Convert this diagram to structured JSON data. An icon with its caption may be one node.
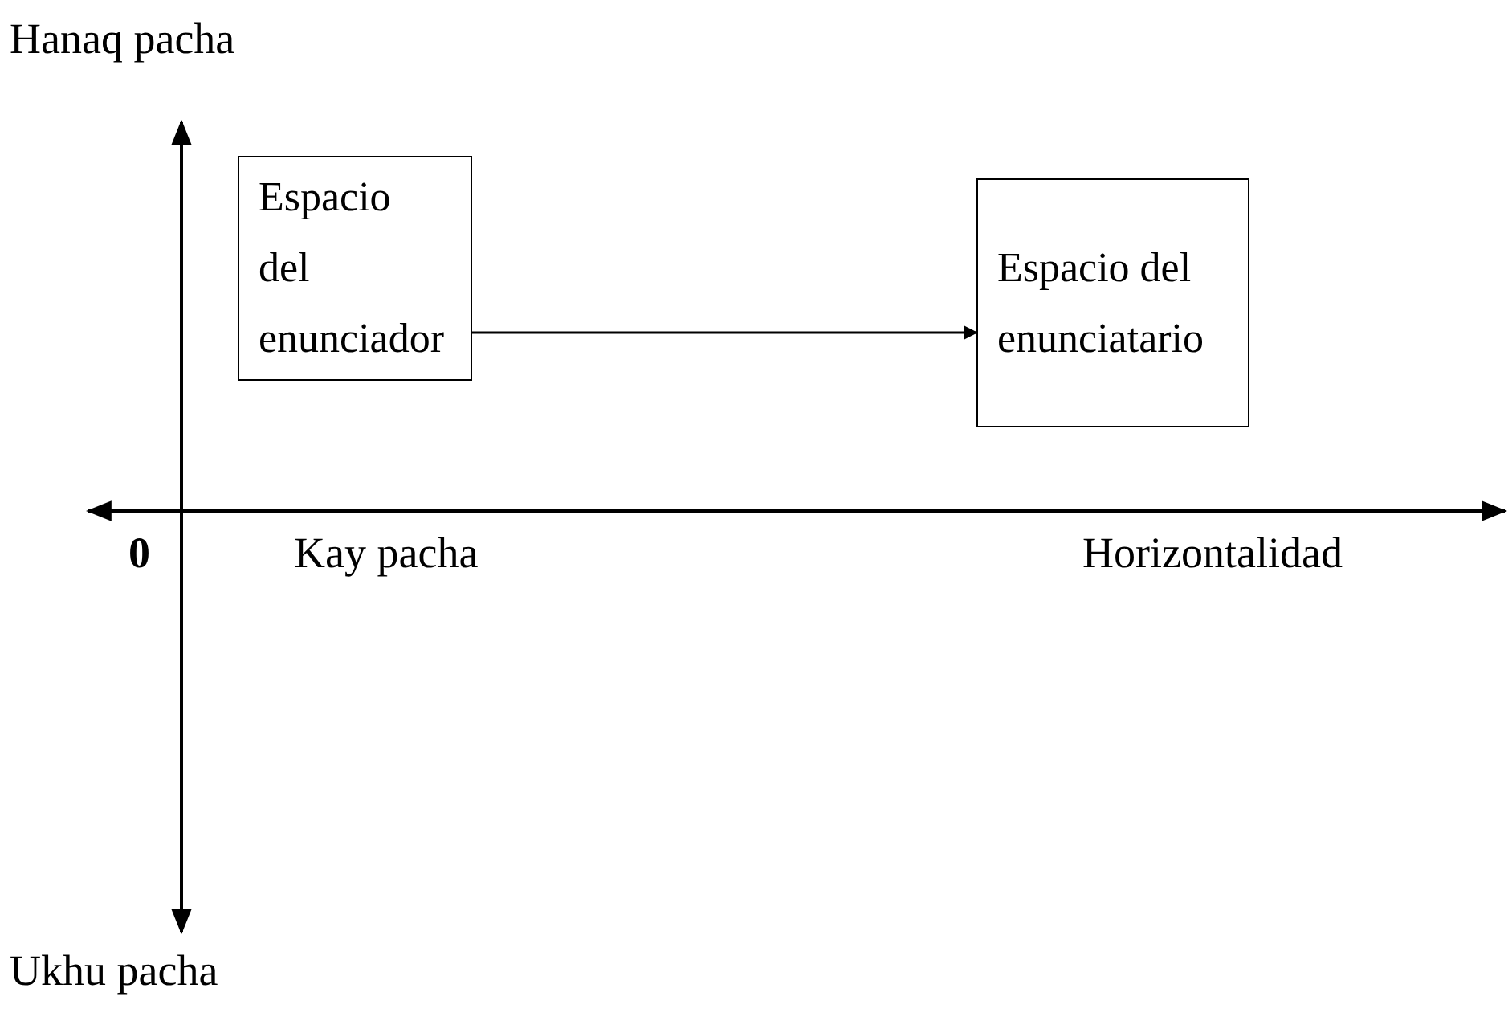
{
  "diagram": {
    "nodes": [
      {
        "text": [
          "Espacio del enunciador"
        ]
      },
      {
        "text": [
          "Espacio del enunciatario"
        ]
      }
    ],
    "edges": [
      {
        "from": 0,
        "to": 1,
        "arrow": "to"
      }
    ],
    "labels": [
      "Hanaq pacha",
      "0",
      "Kay pacha",
      "Horizontalidad",
      "Ukhu pacha"
    ]
  }
}
